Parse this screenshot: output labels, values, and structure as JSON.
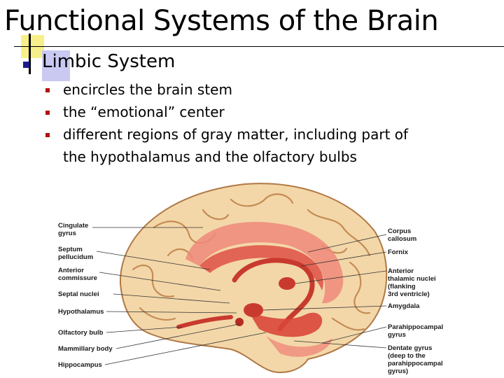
{
  "slide": {
    "title": "Functional Systems of the Brain",
    "bullet_l1": "Limbic System",
    "bullets_l2": [
      {
        "lines": [
          "encircles the brain stem"
        ]
      },
      {
        "lines": [
          "the “emotional” center"
        ]
      },
      {
        "lines": [
          "different regions of gray matter, including part of",
          "the hypothalamus and the olfactory bulbs"
        ]
      }
    ]
  },
  "figure": {
    "labels_left": [
      {
        "lines": [
          "Cingulate",
          "gyrus"
        ]
      },
      {
        "lines": [
          "Septum",
          "pellucidum"
        ]
      },
      {
        "lines": [
          "Anterior",
          "commissure"
        ]
      },
      {
        "lines": [
          "Septal nuclei"
        ]
      },
      {
        "lines": [
          "Hypothalamus"
        ]
      },
      {
        "lines": [
          "Olfactory bulb"
        ]
      },
      {
        "lines": [
          "Mammillary body"
        ]
      },
      {
        "lines": [
          "Hippocampus"
        ]
      }
    ],
    "labels_right": [
      {
        "lines": [
          "Corpus",
          "callosum"
        ]
      },
      {
        "lines": [
          "Fornix"
        ]
      },
      {
        "lines": [
          "Anterior",
          "thalamic nuclei",
          "(flanking",
          "3rd ventricle)"
        ]
      },
      {
        "lines": [
          "Amygdala"
        ]
      },
      {
        "lines": [
          "Parahippocampal",
          "gyrus"
        ]
      },
      {
        "lines": [
          "Dentate gyrus",
          "(deep to the",
          "parahippocampal",
          "gyrus)"
        ]
      }
    ]
  },
  "colors": {
    "bullet_l1": "#1a1a8c",
    "bullet_l2": "#b01010",
    "deco_yellow": "#f7f08a",
    "deco_blue": "#c9c9f2",
    "brain_fill": "#f3d7a8",
    "limbic_red": "#e0584a"
  }
}
